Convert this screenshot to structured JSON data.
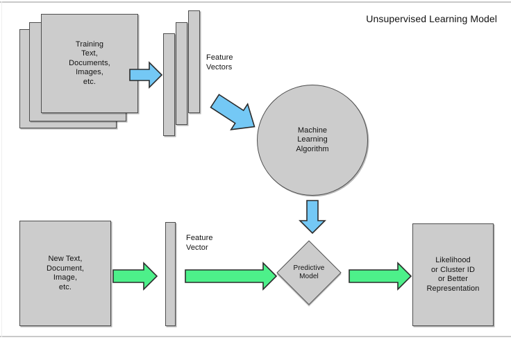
{
  "title": "Unsupervised Learning Model",
  "colors": {
    "shape_fill": "#cccccc",
    "shape_stroke": "#4d4d4d",
    "blue_arrow_fill": "#74c8f5",
    "blue_arrow_stroke": "#2b2b2b",
    "green_arrow_fill": "#4df08a",
    "green_arrow_stroke": "#2b2b2b",
    "text": "#111111",
    "rule": "#c9c9c9",
    "background": "#ffffff"
  },
  "training": {
    "stack_label": "Training\nText,\nDocuments,\nImages,\netc.",
    "sheets": 3
  },
  "feature_vectors_train": {
    "label": "Feature\nVectors",
    "bars": 3
  },
  "algorithm": {
    "label": "Machine\nLearning\nAlgorithm"
  },
  "new_input": {
    "label": "New Text,\nDocument,\nImage,\netc."
  },
  "feature_vector_new": {
    "label": "Feature\nVector",
    "bars": 1
  },
  "predictive_model": {
    "label": "Predictive\nModel"
  },
  "output": {
    "label": "Likelihood\nor Cluster ID\nor Better\nRepresentation"
  },
  "arrows": {
    "train_to_vectors": {
      "color": "blue",
      "direction": "right"
    },
    "vectors_to_algorithm": {
      "color": "blue",
      "direction": "down-right"
    },
    "algorithm_to_model": {
      "color": "blue",
      "direction": "down"
    },
    "new_input_to_vector": {
      "color": "green",
      "direction": "right"
    },
    "vector_to_model": {
      "color": "green",
      "direction": "right"
    },
    "model_to_output": {
      "color": "green",
      "direction": "right"
    }
  }
}
